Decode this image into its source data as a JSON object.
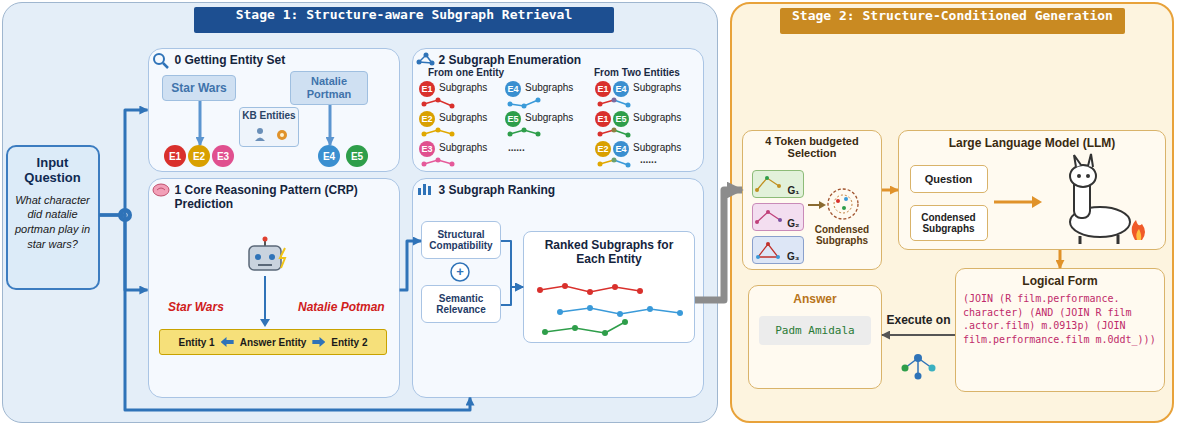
{
  "diagram": {
    "nodes": [
      {
        "text": [
          "Stage 1: Structure-aware Subgraph Retrieval"
        ]
      },
      {
        "text": [
          "Input Question",
          "What character did natalie portman play in star wars?"
        ],
        "in": 0
      },
      {
        "text": [
          "0 Getting Entity Set"
        ],
        "in": 0
      },
      {
        "text": [
          "Star Wars"
        ],
        "in": 2
      },
      {
        "text": [
          "Natalie Portman"
        ],
        "in": 2
      },
      {
        "text": [
          "KB Entities"
        ],
        "in": 2
      },
      {
        "text": [
          "E1"
        ],
        "in": 2
      },
      {
        "text": [
          "E2"
        ],
        "in": 2
      },
      {
        "text": [
          "E3"
        ],
        "in": 2
      },
      {
        "text": [
          "E4"
        ],
        "in": 2
      },
      {
        "text": [
          "E5"
        ],
        "in": 2
      },
      {
        "text": [
          "2 Subgraph Enumeration"
        ],
        "in": 0
      },
      {
        "text": [
          "E1",
          "Subgraphs"
        ],
        "in": 11
      },
      {
        "text": [
          "E4",
          "Subgraphs"
        ],
        "in": 11
      },
      {
        "text": [
          "E2",
          "Subgraphs"
        ],
        "in": 11
      },
      {
        "text": [
          "E5",
          "Subgraphs"
        ],
        "in": 11
      },
      {
        "text": [
          "E3",
          "Subgraphs"
        ],
        "in": 11
      },
      {
        "text": [
          "E1"
        ],
        "in": 11
      },
      {
        "text": [
          "E4",
          "Subgraphs"
        ],
        "in": 11
      },
      {
        "text": [
          "E1"
        ],
        "in": 11
      },
      {
        "text": [
          "E5",
          "Subgraphs"
        ],
        "in": 11
      },
      {
        "text": [
          "E2"
        ],
        "in": 11
      },
      {
        "text": [
          "E4",
          "Subgraphs"
        ],
        "in": 11
      },
      {
        "text": [
          "1 Core Reasoning Pattern (CRP) Prediction"
        ],
        "in": 0
      },
      {
        "text": [
          "Entity 1",
          "Answer Entity",
          "Entity 2"
        ],
        "in": 23
      },
      {
        "text": [
          "3 Subgraph Ranking"
        ],
        "in": 0
      },
      {
        "text": [
          "Structural Compatibility"
        ],
        "in": 25
      },
      {
        "text": [
          "Semantic Relevance"
        ],
        "in": 25
      },
      {
        "text": [
          "Ranked Subgraphs for Each Entity"
        ],
        "in": 25
      },
      {
        "text": [
          "Stage 2: Structure-Conditioned Generation"
        ]
      },
      {
        "text": [
          "4 Token budgeted Selection"
        ],
        "in": 29
      },
      {
        "text": [
          "G₁"
        ],
        "in": 30
      },
      {
        "text": [
          "G₂"
        ],
        "in": 30
      },
      {
        "text": [
          "G₃"
        ],
        "in": 30
      },
      {
        "text": [
          "Large Language Model (LLM)"
        ],
        "in": 29
      },
      {
        "text": [
          "Question"
        ],
        "in": 34
      },
      {
        "text": [
          "Condensed Subgraphs"
        ],
        "in": 34
      },
      {
        "text": [
          "Logical Form",
          "(JOIN (R film.performance. character) (AND (JOIN R film .actor.film) m.0913p) (JOIN film.performance.film m.0ddt_)))"
        ],
        "in": 29
      },
      {
        "text": [
          "Answer",
          "Padm Amidala"
        ],
        "in": 29
      }
    ],
    "edges": [
      {
        "from": 1,
        "to": 2,
        "arrow": "to"
      },
      {
        "from": 1,
        "to": 23,
        "arrow": "to"
      },
      {
        "from": 1,
        "to": 25,
        "arrow": "to"
      },
      {
        "from": 3,
        "to": 7,
        "arrow": "to"
      },
      {
        "from": 4,
        "to": 9,
        "arrow": "to"
      },
      {
        "from": 23,
        "to": 26,
        "arrow": "to"
      },
      {
        "from": 26,
        "to": 28,
        "arrow": "to"
      },
      {
        "from": 27,
        "to": 28,
        "arrow": "to"
      },
      {
        "from": 28,
        "to": 30,
        "arrow": "to"
      },
      {
        "from": 30,
        "to": 34,
        "arrow": "to"
      },
      {
        "from": 34,
        "to": 37,
        "arrow": "to"
      },
      {
        "from": 37,
        "to": 38,
        "label": "Execute on",
        "arrow": "to"
      }
    ],
    "labels": [
      "From one Entity",
      "From Two Entities",
      "......",
      "......",
      "Star Wars",
      "Natalie Potman",
      "+",
      "Condensed Subgraphs"
    ]
  }
}
